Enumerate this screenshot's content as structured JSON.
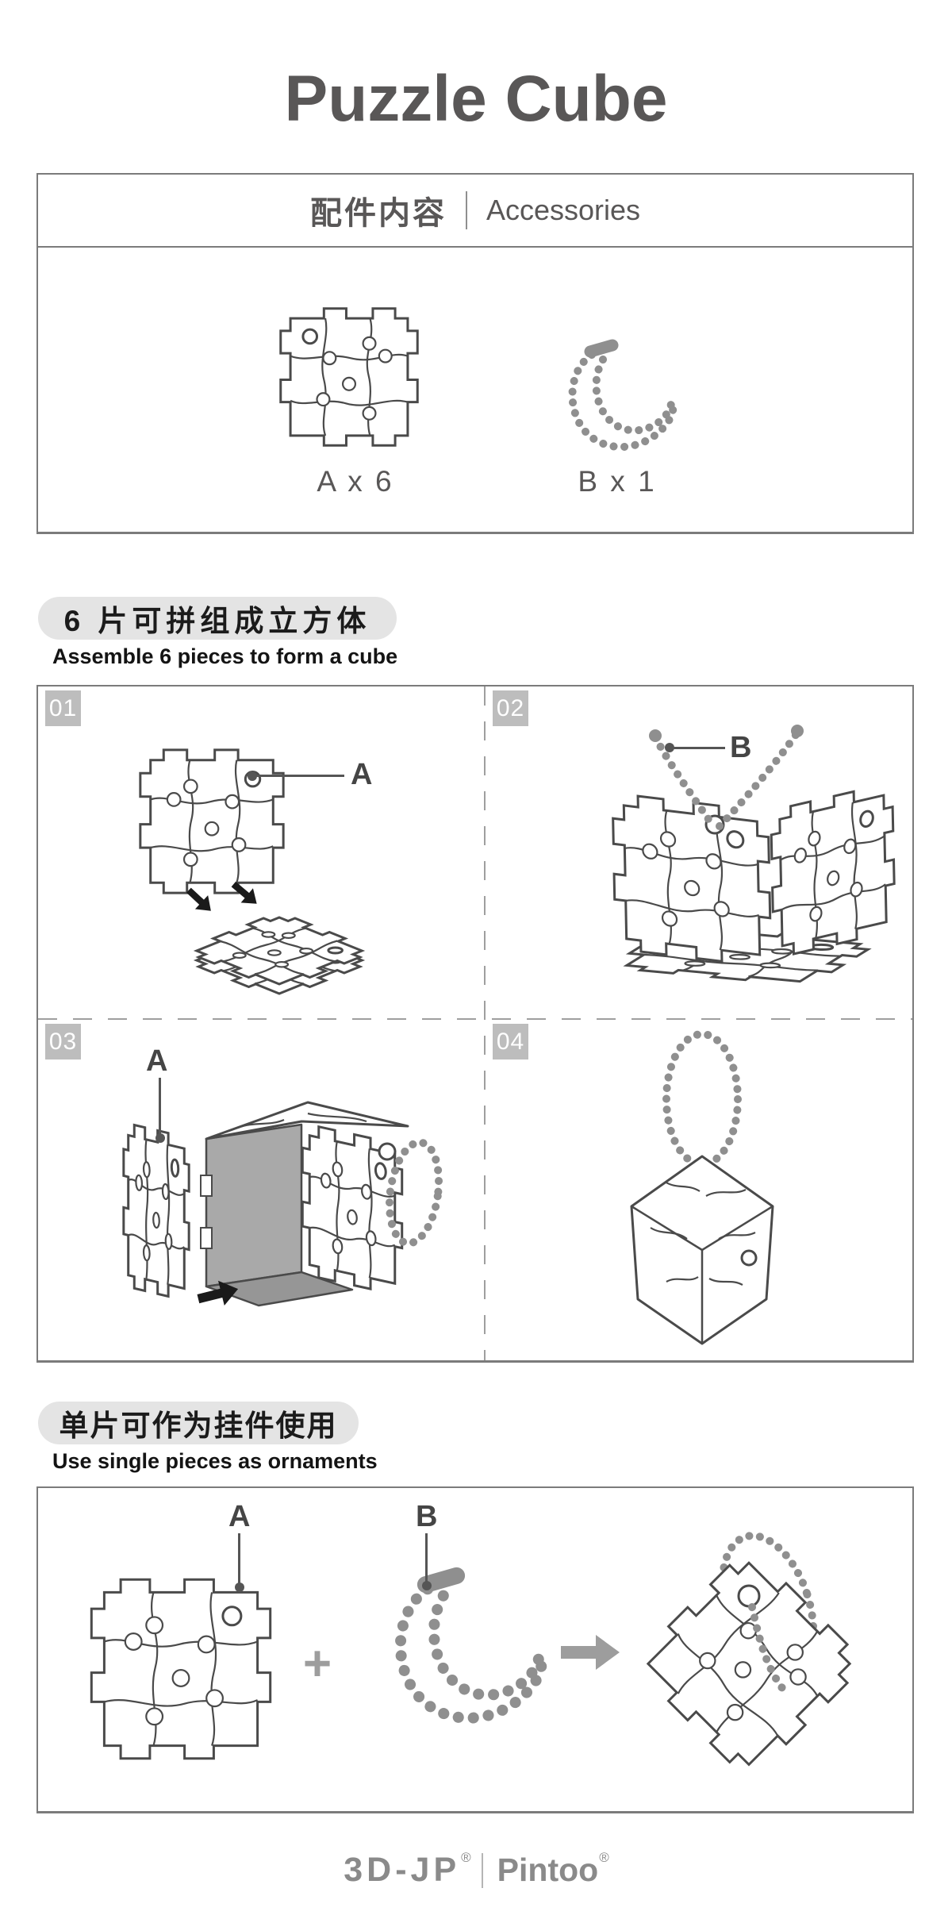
{
  "page": {
    "title": "Puzzle Cube"
  },
  "accessories": {
    "heading_zh": "配件内容",
    "heading_en": "Accessories",
    "items": [
      {
        "id": "A",
        "label": "A x 6"
      },
      {
        "id": "B",
        "label": "B x 1"
      }
    ]
  },
  "section_cube": {
    "heading_zh": "6 片可拼组成立方体",
    "heading_en": "Assemble 6 pieces to form a cube",
    "panels": [
      {
        "step": "01",
        "label": "A"
      },
      {
        "step": "02",
        "label": "B"
      },
      {
        "step": "03",
        "label": "A"
      },
      {
        "step": "04",
        "label": ""
      }
    ]
  },
  "section_ornament": {
    "heading_zh": "单片可作为挂件使用",
    "heading_en": "Use single pieces as ornaments",
    "label_a": "A",
    "label_b": "B",
    "plus": "+"
  },
  "footer": {
    "brand_left": "3D-JP",
    "brand_right": "Pintoo",
    "reg_mark": "®"
  },
  "colors": {
    "heading_text": "#595757",
    "body_text": "#1b1b1b",
    "pill_background": "#e4e4e4",
    "badge_background": "#bdbdbd",
    "box_border": "#7b7b7b",
    "line_art": "#4a4a4a",
    "chain": "#8f8f8f",
    "cube_interior": "#a9a9a9",
    "logo": "#8a8a8a"
  }
}
